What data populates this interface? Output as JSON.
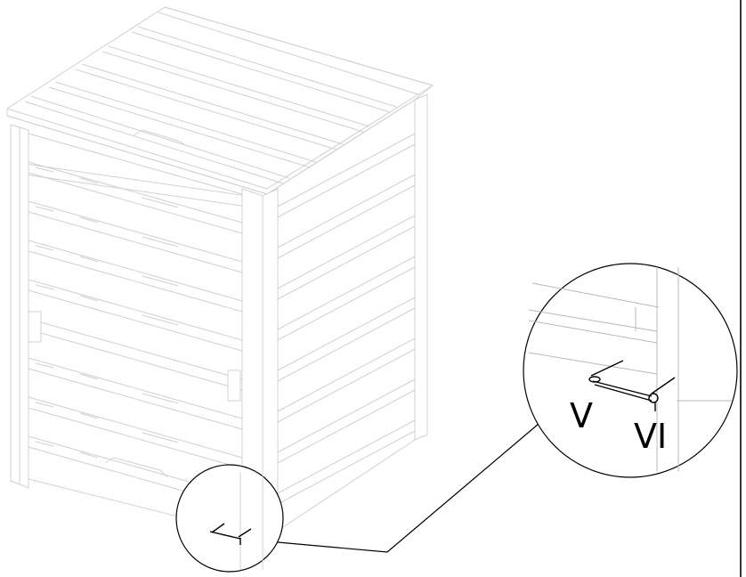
{
  "diagram": {
    "parts": [
      {
        "id": "part-v",
        "label": "V"
      },
      {
        "id": "part-vi",
        "label": "VI"
      }
    ]
  }
}
